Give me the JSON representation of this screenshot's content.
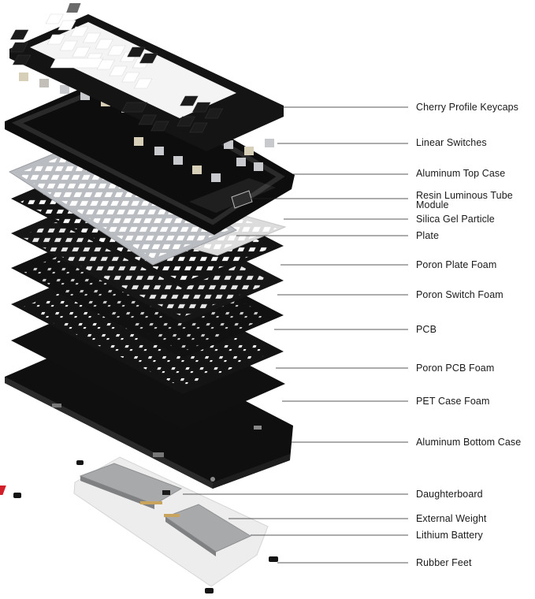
{
  "colors": {
    "background": "#ffffff",
    "dark_part": "#111111",
    "white_keycap": "#f4f4f4",
    "black_keycap": "#1c1c1c",
    "plate": "#b9bcc0",
    "light_plate": "#dcdcdc",
    "battery": "#a8a9ab",
    "translucent_tray": "#ededed",
    "accent_gold": "#c9a45c",
    "accent_red": "#d21f2a",
    "line": "#222222"
  },
  "labels": [
    {
      "id": "keycaps",
      "text": "Cherry Profile Keycaps"
    },
    {
      "id": "switches",
      "text": "Linear Switches"
    },
    {
      "id": "top-case",
      "text": "Aluminum Top Case"
    },
    {
      "id": "resin-tube",
      "text": "Resin Luminous Tube\nModule"
    },
    {
      "id": "silica-gel",
      "text": "Silica Gel Particle"
    },
    {
      "id": "plate",
      "text": "Plate"
    },
    {
      "id": "plate-foam",
      "text": "Poron Plate Foam"
    },
    {
      "id": "switch-foam",
      "text": "Poron Switch Foam"
    },
    {
      "id": "pcb",
      "text": "PCB"
    },
    {
      "id": "pcb-foam",
      "text": "Poron PCB Foam"
    },
    {
      "id": "pet-foam",
      "text": "PET Case Foam"
    },
    {
      "id": "bottom-case",
      "text": "Aluminum Bottom Case"
    },
    {
      "id": "daughterboard",
      "text": "Daughterboard"
    },
    {
      "id": "external-weight",
      "text": "External Weight"
    },
    {
      "id": "battery",
      "text": "Lithium Battery"
    },
    {
      "id": "rubber-feet",
      "text": "Rubber Feet"
    }
  ]
}
